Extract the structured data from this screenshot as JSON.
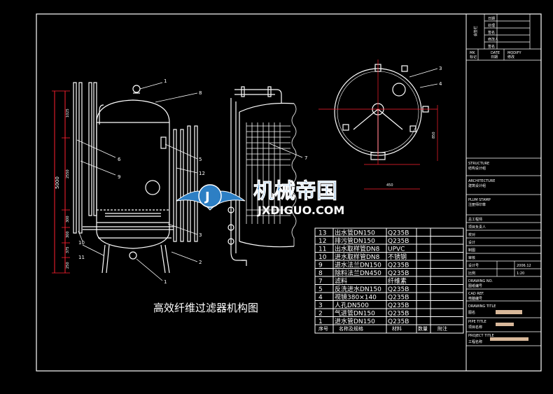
{
  "drawing_title": "高效纤维过滤器机构图",
  "watermark": {
    "brand_cn": "机械帝国",
    "brand_en": "JXDIGUO.COM"
  },
  "dimensions": {
    "overall_height": "5000",
    "segments": [
      "1025",
      "2550",
      "300",
      "300",
      "375",
      "250"
    ]
  },
  "leaders": {
    "front": [
      "1",
      "8",
      "6",
      "9",
      "5",
      "12",
      "3",
      "2",
      "1",
      "10",
      "11"
    ],
    "side": [
      "7"
    ],
    "plan": [
      "3",
      "4"
    ],
    "plan_dims": [
      "850",
      "450"
    ]
  },
  "parts_table": {
    "rows": [
      {
        "no": "13",
        "name": "出水管DN150",
        "material": "Q235B"
      },
      {
        "no": "12",
        "name": "排污管DN150",
        "material": "Q235B"
      },
      {
        "no": "11",
        "name": "出水取样管DN8",
        "material": "UPVC"
      },
      {
        "no": "10",
        "name": "进水取样管DN8",
        "material": "不锈钢"
      },
      {
        "no": "9",
        "name": "进水法兰DN150",
        "material": "Q235B"
      },
      {
        "no": "8",
        "name": "除料法兰DN450",
        "material": "Q235B"
      },
      {
        "no": "7",
        "name": "滤料",
        "material": "纤维素"
      },
      {
        "no": "5",
        "name": "反洗进水DN150",
        "material": "Q235B"
      },
      {
        "no": "4",
        "name": "视镜380×140",
        "material": "Q235B"
      },
      {
        "no": "3",
        "name": "人孔DN500",
        "material": "Q235B"
      },
      {
        "no": "2",
        "name": "气进管DN150",
        "material": "Q235B"
      },
      {
        "no": "1",
        "name": "进水管DN150",
        "material": "Q235B"
      }
    ],
    "header": {
      "no": "序号",
      "name": "名称及规格",
      "material": "材料",
      "qty": "数量",
      "note": "附注"
    }
  },
  "title_block": {
    "revision_labels": [
      "日期",
      "处理",
      "签名",
      "修改人",
      "签名"
    ],
    "rev_headers": {
      "mark": "MK",
      "date": "DATE",
      "modify": "MODIFY"
    },
    "mark_cn": "标记",
    "date_cn": "日期",
    "modify_cn": "修改",
    "side_label": "会签栏",
    "structure": {
      "en": "STRUCTURE",
      "cn": "结构设计组"
    },
    "architecture": {
      "en": "ARCHITECTURE",
      "cn": "建筑设计组"
    },
    "plumbing": {
      "en": "PLUM STAMP",
      "cn": "注册师印章"
    },
    "roles": [
      "总工程师",
      "项目负责人",
      "校对",
      "设计",
      "制图",
      "审核",
      "设计号",
      "比例"
    ],
    "date_value": "2006.12",
    "scale_value": "1:20",
    "drawing_no": {
      "en": "DRAWING NO.",
      "cn": "图纸编号"
    },
    "cad_ref": {
      "en": "CAD REF.",
      "cn": "电脑编号"
    },
    "drawing_title_label": {
      "en": "DRAWING TITLE",
      "cn": "图名"
    },
    "pipe_title": {
      "en": "PIPE TITLE",
      "cn": "项目名称"
    },
    "project_title": {
      "en": "PROJECT TITLE",
      "cn": "工程名称"
    }
  },
  "colors": {
    "line": "#ffffff",
    "dim": "#ff2030",
    "watermark": "#2d7fc4",
    "paper_bg": "#000000",
    "stamp": "#d8b89a"
  }
}
